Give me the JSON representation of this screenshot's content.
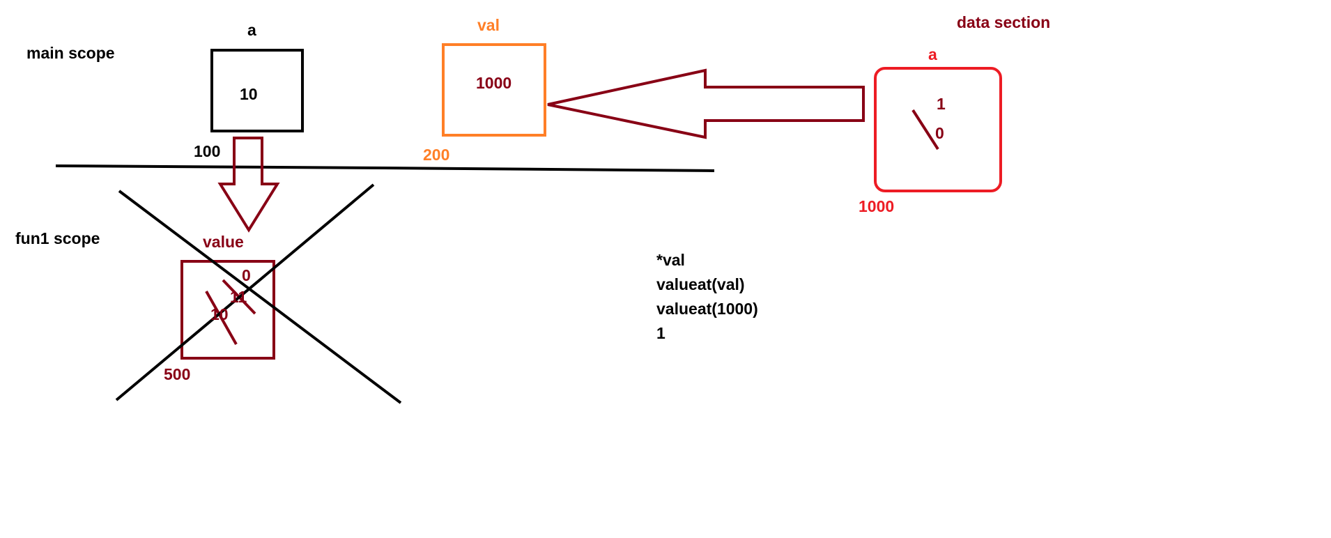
{
  "colors": {
    "black": "#000000",
    "dark_red": "#880015",
    "orange": "#ff7f27",
    "red": "#ed1c24"
  },
  "main_scope": {
    "scope_label": "main scope",
    "var_name": "a",
    "var_value": "10",
    "address": "100"
  },
  "pointer": {
    "var_name": "val",
    "var_value": "1000",
    "address": "200"
  },
  "data_section": {
    "title": "data section",
    "var_name": "a",
    "old_value": "0",
    "new_value": "1",
    "address": "1000"
  },
  "fun1_scope": {
    "scope_label": "fun1 scope",
    "var_name": "value",
    "values": [
      "10",
      "11",
      "0"
    ],
    "address": "500"
  },
  "notes": [
    "*val",
    "valueat(val)",
    "valueat(1000)",
    "1"
  ]
}
